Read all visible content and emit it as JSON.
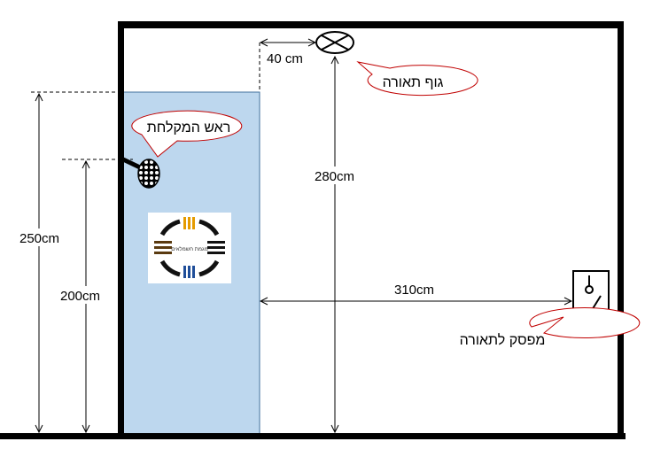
{
  "labels": {
    "shower_head": "ראש המקלחת",
    "light_fixture": "גוף תאורה",
    "light_switch": "מפסק לתאורה",
    "logo_text": "מגמת חשמלאים"
  },
  "dimensions": {
    "lamp_offset": "40 cm",
    "lamp_height": "280cm",
    "wall_height_shower": "250cm",
    "shower_head_height": "200cm",
    "switch_distance": "310cm"
  },
  "colors": {
    "shower_area": "#bdd7ee",
    "bubble_border": "#c00000",
    "logo_orange": "#e59b00",
    "logo_blue": "#1f4e99",
    "logo_brown": "#5a3a10"
  }
}
